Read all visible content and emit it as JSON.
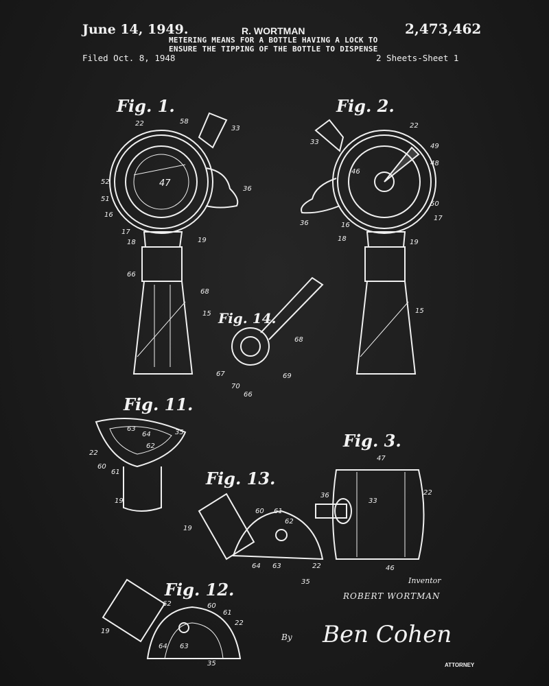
{
  "header": {
    "date": "June 14, 1949.",
    "inventor": "R. WORTMAN",
    "patent_number": "2,473,462",
    "title_line1": "METERING MEANS FOR A BOTTLE HAVING A LOCK TO",
    "title_line2": "ENSURE THE TIPPING OF THE BOTTLE TO DISPENSE",
    "filed": "Filed Oct. 8, 1948",
    "sheets": "2 Sheets-Sheet 1"
  },
  "figures": [
    {
      "title": "Fig. 1.",
      "numerals": [
        "22",
        "58",
        "33",
        "52",
        "51",
        "16",
        "17",
        "18",
        "19",
        "36",
        "66",
        "68",
        "15",
        "47"
      ]
    },
    {
      "title": "Fig. 2.",
      "numerals": [
        "33",
        "22",
        "49",
        "48",
        "46",
        "50",
        "17",
        "36",
        "16",
        "18",
        "19",
        "15"
      ]
    },
    {
      "title": "Fig. 14.",
      "numerals": [
        "68",
        "67",
        "70",
        "66",
        "69"
      ]
    },
    {
      "title": "Fig. 11.",
      "numerals": [
        "35",
        "63",
        "64",
        "62",
        "22",
        "60",
        "61",
        "19"
      ]
    },
    {
      "title": "Fig. 3.",
      "numerals": [
        "47",
        "36",
        "33",
        "22",
        "46"
      ]
    },
    {
      "title": "Fig. 13.",
      "numerals": [
        "60",
        "61",
        "62",
        "19",
        "64",
        "63",
        "22",
        "35"
      ]
    },
    {
      "title": "Fig. 12.",
      "numerals": [
        "62",
        "60",
        "61",
        "22",
        "19",
        "64",
        "63",
        "35"
      ]
    }
  ],
  "signature_block": {
    "inventor_label": "Inventor",
    "inventor_name": "ROBERT WORTMAN",
    "by": "By",
    "attorney_signature": "Ben Cohen",
    "attorney_label": "ATTORNEY"
  },
  "colors": {
    "background": "#1d1d1d",
    "ink": "#f2f2f2"
  }
}
